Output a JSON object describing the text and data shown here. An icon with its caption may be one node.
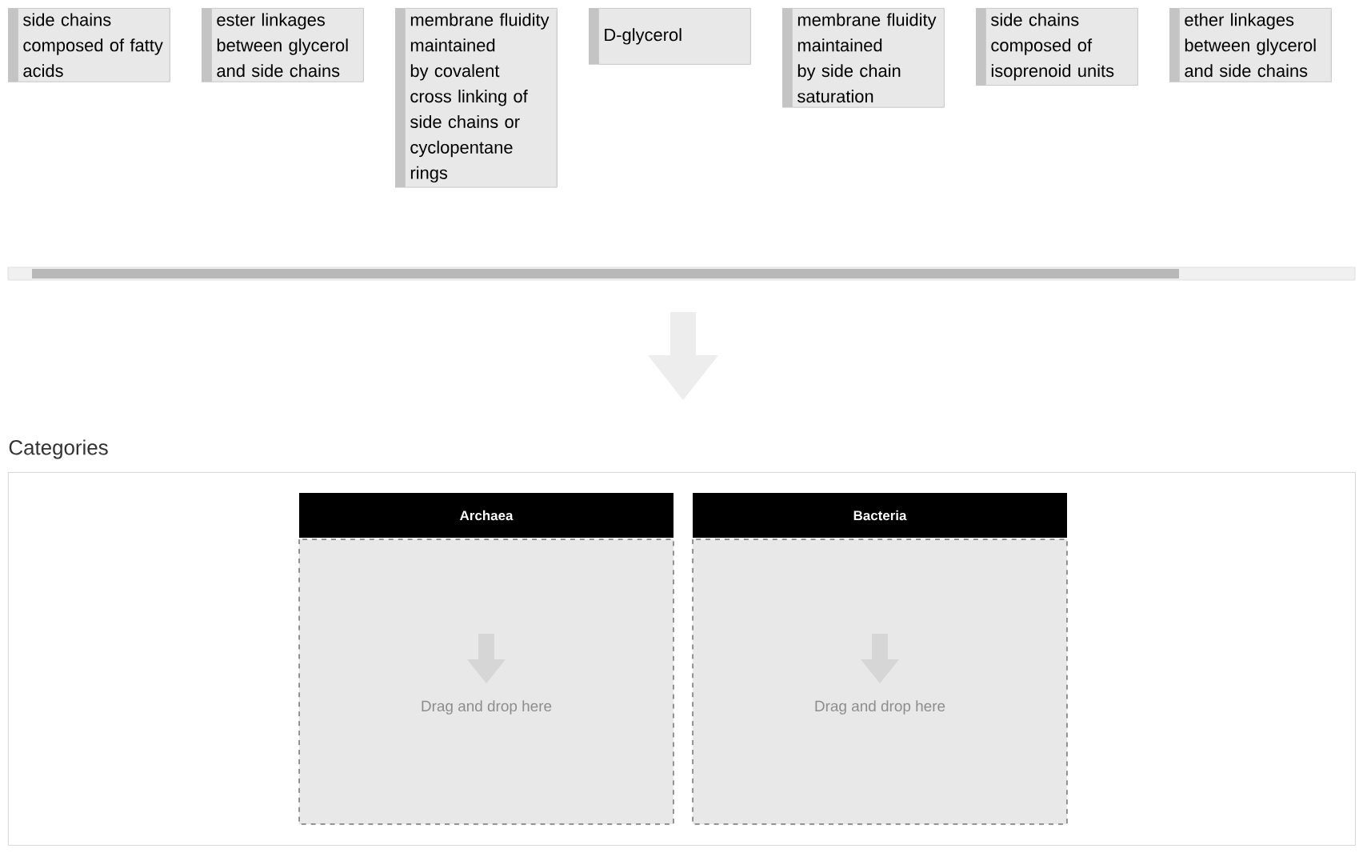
{
  "diagram": {
    "nodes": [
      {
        "text": [
          "side chains composed of fatty acids"
        ]
      },
      {
        "text": [
          "ester linkages between glycerol and side chains"
        ]
      },
      {
        "text": [
          "membrane fluidity maintained by covalent cross linking of side chains or cyclopentane rings"
        ]
      },
      {
        "text": [
          "D-glycerol"
        ]
      },
      {
        "text": [
          "membrane fluidity maintained by side chain saturation"
        ]
      },
      {
        "text": [
          "side chains composed of isoprenoid units"
        ]
      },
      {
        "text": [
          "ether linkages between glycerol and side chains"
        ]
      },
      {
        "text": [
          "Categories"
        ]
      },
      {
        "text": [
          "Archaea",
          "Drag and drop here"
        ],
        "in": 7
      },
      {
        "text": [
          "Bacteria",
          "Drag and drop here"
        ],
        "in": 7
      }
    ]
  }
}
